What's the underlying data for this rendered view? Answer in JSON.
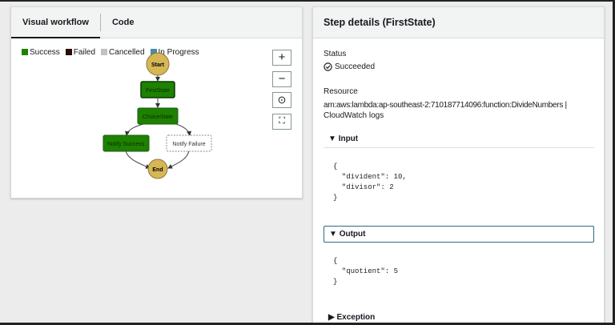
{
  "workflow": {
    "tabs": [
      {
        "label": "Visual workflow",
        "active": true
      },
      {
        "label": "Code",
        "active": false
      }
    ],
    "legend": [
      {
        "label": "Success",
        "color": "#1d8102"
      },
      {
        "label": "Failed",
        "color": "#2a0c0c"
      },
      {
        "label": "Cancelled",
        "color": "#c1c1c1"
      },
      {
        "label": "In Progress",
        "color": "#4d8aa8"
      }
    ],
    "nodes": {
      "start": "Start",
      "first": "FirstState",
      "choice": "ChoiceState",
      "success": "Notify Success",
      "failure": "Notify Failure",
      "end": "End"
    },
    "colors": {
      "terminal": "#d7b755",
      "success": "#1d8102"
    },
    "controls": [
      {
        "name": "zoom-in",
        "glyph": "+"
      },
      {
        "name": "zoom-out",
        "glyph": "−"
      },
      {
        "name": "center",
        "glyph": "⊙"
      },
      {
        "name": "fit",
        "glyph": "⛶"
      }
    ]
  },
  "details": {
    "title": "Step details (FirstState)",
    "status_label": "Status",
    "status_value": "Succeeded",
    "resource_label": "Resource",
    "resource_arn": "arn:aws:lambda:ap-southeast-2:710187714096:function:DivideNumbers |",
    "cloudwatch_link": "CloudWatch logs",
    "input_label": "Input",
    "input_json": "{\n  \"divident\": 10,\n  \"divisor\": 2\n}",
    "output_label": "Output",
    "output_json": "{\n  \"quotient\": 5\n}",
    "exception_label": "Exception"
  }
}
